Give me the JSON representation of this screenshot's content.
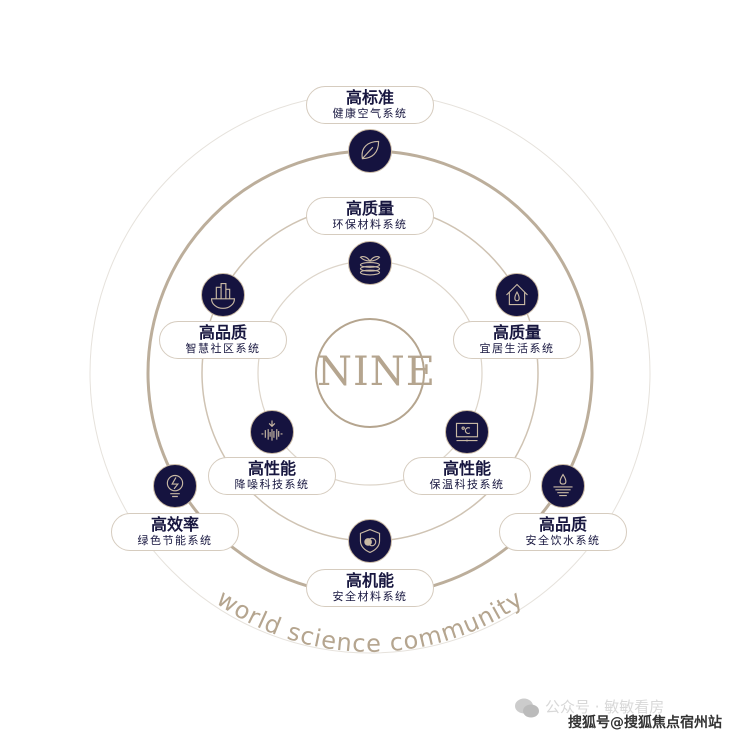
{
  "logo": "NINE",
  "tagline": "world science community",
  "nodes": [
    {
      "title": "高标准",
      "subtitle": "健康空气系统",
      "icon": "leaf-icon"
    },
    {
      "title": "高质量",
      "subtitle": "环保材料系统",
      "icon": "sprout-layers-icon"
    },
    {
      "title": "高品质",
      "subtitle": "智慧社区系统",
      "icon": "buildings-icon"
    },
    {
      "title": "高质量",
      "subtitle": "宜居生活系统",
      "icon": "house-drop-icon"
    },
    {
      "title": "高性能",
      "subtitle": "降噪科技系统",
      "icon": "soundwave-icon"
    },
    {
      "title": "高性能",
      "subtitle": "保温科技系统",
      "icon": "thermostat-icon"
    },
    {
      "title": "高效率",
      "subtitle": "绿色节能系统",
      "icon": "energy-icon"
    },
    {
      "title": "高品质",
      "subtitle": "安全饮水系统",
      "icon": "water-drop-icon"
    },
    {
      "title": "高机能",
      "subtitle": "安全材料系统",
      "icon": "shield-icon"
    }
  ],
  "watermark": {
    "faded": "公众号 · 敏敏看房",
    "credit": "搜狐号@搜狐焦点宿州站"
  },
  "colors": {
    "navy": "#15133f",
    "tan": "#b5a58f"
  }
}
